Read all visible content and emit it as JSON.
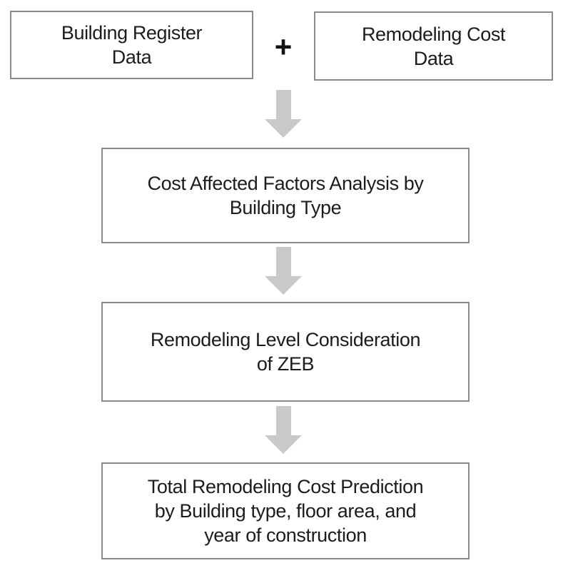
{
  "figure": {
    "type": "flowchart",
    "colors": {
      "background": "#ffffff",
      "box_border": "#8a8a8a",
      "box_fill": "#ffffff",
      "arrow": "#c9c9c9",
      "text": "#1c1c1c",
      "plus": "#111111"
    },
    "operators": {
      "plus": "+"
    },
    "nodes": [
      {
        "id": "building-register-data",
        "label": "Building Register\nData"
      },
      {
        "id": "remodeling-cost-data",
        "label": "Remodeling Cost\nData"
      },
      {
        "id": "cost-affected-factors-analysis",
        "label": "Cost Affected Factors Analysis by\nBuilding Type"
      },
      {
        "id": "remodeling-level-consideration",
        "label": "Remodeling Level Consideration\nof ZEB"
      },
      {
        "id": "total-remodeling-cost-prediction",
        "label": "Total Remodeling Cost Prediction\nby Building type, floor area, and\nyear of construction"
      }
    ],
    "edges": [
      {
        "from": "building-register-data + remodeling-cost-data",
        "to": "cost-affected-factors-analysis"
      },
      {
        "from": "cost-affected-factors-analysis",
        "to": "remodeling-level-consideration"
      },
      {
        "from": "remodeling-level-consideration",
        "to": "total-remodeling-cost-prediction"
      }
    ]
  }
}
